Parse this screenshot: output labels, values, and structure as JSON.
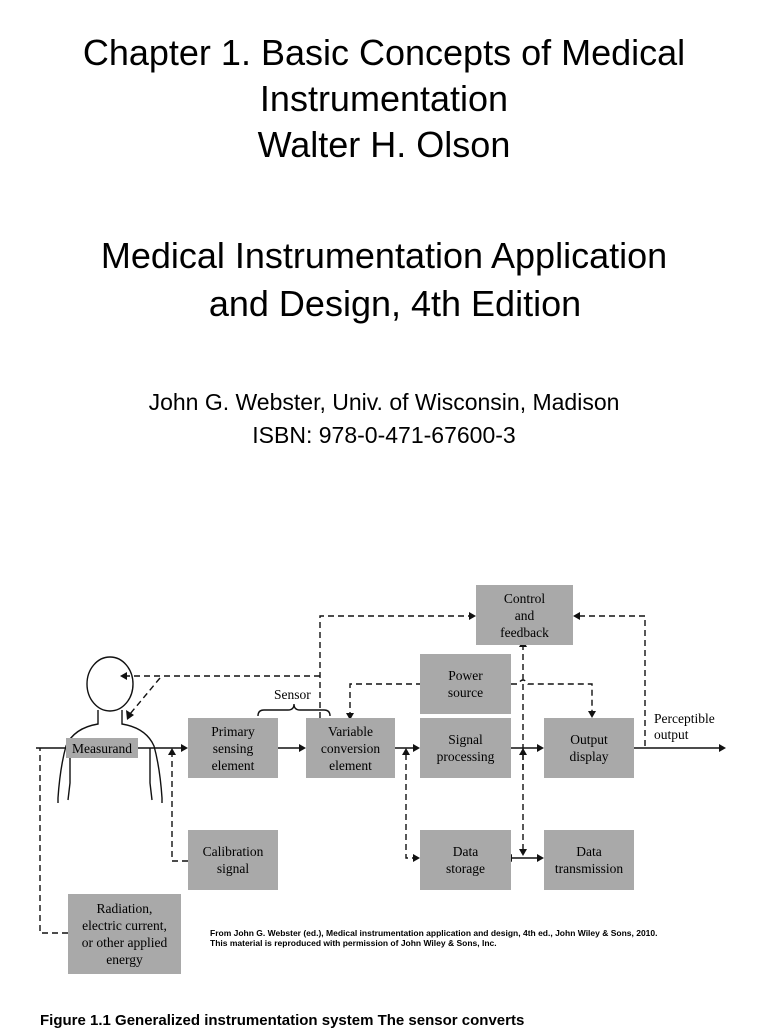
{
  "header": {
    "title_lines": [
      "Chapter 1. Basic Concepts of Medical",
      "Instrumentation",
      "Walter H. Olson"
    ]
  },
  "book": {
    "title_lines": [
      "Medical Instrumentation Application",
      "and Design, 4th Edition"
    ],
    "author_line": "John G. Webster, Univ. of Wisconsin, Madison",
    "isbn_line": "ISBN: 978-0-471-67600-3"
  },
  "figure": {
    "boxes": {
      "control": "Control\nand\nfeedback",
      "power": "Power\nsource",
      "primary": "Primary\nsensing\nelement",
      "variable": "Variable\nconversion\nelement",
      "signal": "Signal\nprocessing",
      "output": "Output\ndisplay",
      "calibration": "Calibration\nsignal",
      "storage": "Data\nstorage",
      "transmission": "Data\ntransmission",
      "radiation": "Radiation,\nelectric current,\nor other applied\nenergy"
    },
    "labels": {
      "measurand": "Measurand",
      "sensor": "Sensor",
      "perceptible": "Perceptible\noutput"
    },
    "credit": "From John G. Webster (ed.), Medical instrumentation application and design, 4th ed., John Wiley & Sons, 2010.\nThis material is reproduced with permission of John Wiley & Sons, Inc."
  },
  "caption": "Figure 1.1   Generalized instrumentation system The sensor converts"
}
